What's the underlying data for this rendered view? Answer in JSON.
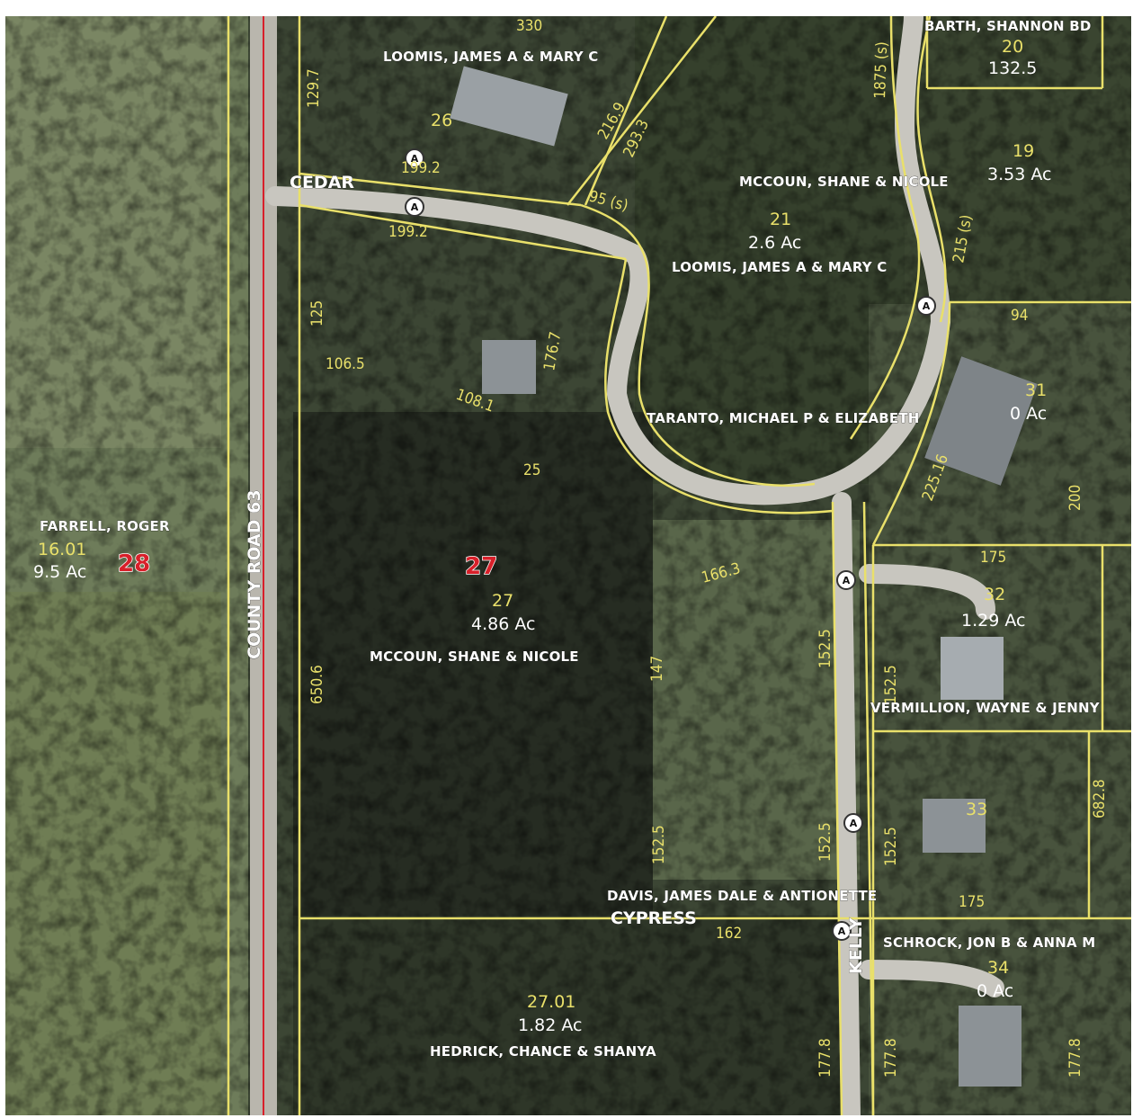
{
  "roads": {
    "county": "COUNTY ROAD 63",
    "cedar": "CEDAR",
    "cypress": "CYPRESS",
    "kelly": "KELLY"
  },
  "parcels": {
    "p20": {
      "owner": "BARTH, SHANNON BD",
      "number": "20",
      "acres": "132.5"
    },
    "p26": {
      "owner": "LOOMIS, JAMES A & MARY C",
      "number": "26"
    },
    "p19": {
      "number": "19",
      "acres": "3.53 Ac"
    },
    "p21": {
      "owner_top": "MCCOUN, SHANE & NICOLE",
      "number": "21",
      "acres": "2.6 Ac",
      "owner": "LOOMIS, JAMES A & MARY C"
    },
    "taranto": {
      "owner": "TARANTO, MICHAEL P & ELIZABETH"
    },
    "p31": {
      "number": "31",
      "acres": "0 Ac"
    },
    "p28": {
      "owner": "FARRELL, ROGER",
      "number": "16.01",
      "acres": "9.5 Ac",
      "big_number": "28"
    },
    "p27": {
      "big_number": "27",
      "number": "27",
      "acres": "4.86 Ac",
      "owner": "MCCOUN, SHANE & NICOLE"
    },
    "p32": {
      "number": "32",
      "acres": "1.29 Ac",
      "owner": "VERMILLION, WAYNE & JENNY"
    },
    "p33": {
      "number": "33",
      "owner": "DAVIS, JAMES DALE & ANTIONETTE"
    },
    "p34": {
      "owner": "SCHROCK, JON B & ANNA M",
      "number": "34",
      "acres": "0 Ac"
    },
    "p2701": {
      "number": "27.01",
      "acres": "1.82 Ac",
      "owner": "HEDRICK, CHANCE & SHANYA"
    }
  },
  "dimensions": {
    "d330": "330",
    "d1297": "129.7",
    "d2169": "216.9",
    "d2933": "293.3",
    "d1875s": "1875 (s)",
    "d1992a": "199.2",
    "d1992b": "199.2",
    "d95s": "95 (s)",
    "d215s": "215 (s)",
    "d125": "125",
    "d1065": "106.5",
    "d1767": "176.7",
    "d1081": "108.1",
    "d25": "25",
    "d94": "94",
    "d22516": "225.16",
    "d200": "200",
    "d175a": "175",
    "d1663": "166.3",
    "d1525a": "152.5",
    "d1525b": "152.5",
    "d6506": "650.6",
    "d147": "147",
    "d1525c": "152.5",
    "d1525d": "152.5",
    "d1525e": "152.5",
    "d6828": "682.8",
    "d175b": "175",
    "d162": "162",
    "d1778a": "177.8",
    "d1778b": "177.8",
    "d1778c": "177.8"
  },
  "markers": {
    "a": "A"
  },
  "colors": {
    "parcel_line": "#e9e06a",
    "road_centerline": "#d8202a",
    "owner_text": "#ffffff",
    "dim_text": "#e9e06a"
  }
}
